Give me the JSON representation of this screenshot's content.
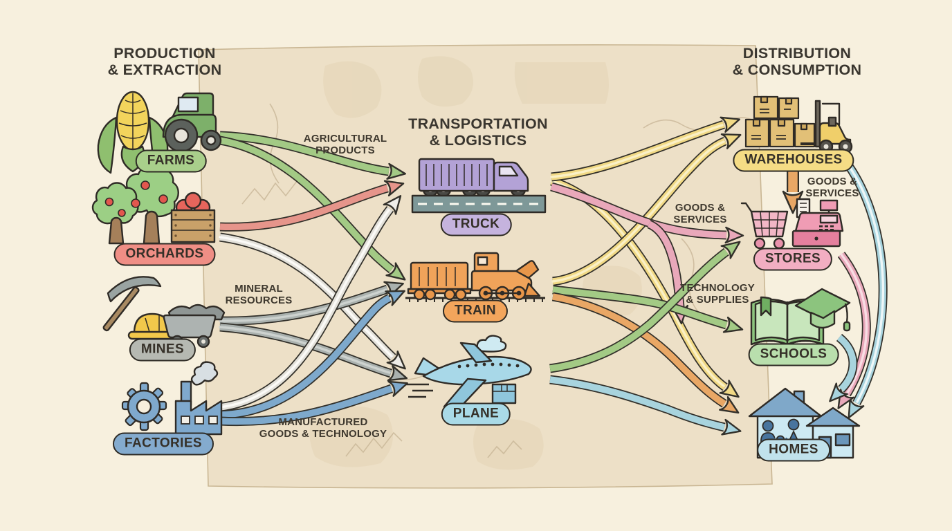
{
  "titles": {
    "left": {
      "line1": "PRODUCTION",
      "line2": "& EXTRACTION"
    },
    "center": {
      "line1": "TRANSPORTATION",
      "line2": "& LOGISTICS"
    },
    "right": {
      "line1": "DISTRIBUTION",
      "line2": "& CONSUMPTION"
    }
  },
  "nodes": {
    "farms": {
      "label": "FARMS",
      "color": "#a9cf8b"
    },
    "orchards": {
      "label": "ORCHARDS",
      "color": "#ef8e85"
    },
    "mines": {
      "label": "MINES",
      "color": "#b6b9b2"
    },
    "factories": {
      "label": "FACTORIES",
      "color": "#84abce"
    },
    "truck": {
      "label": "TRUCK",
      "color": "#c5b3de"
    },
    "train": {
      "label": "TRAIN",
      "color": "#f2a55c"
    },
    "plane": {
      "label": "PLANE",
      "color": "#a9dae7"
    },
    "warehouses": {
      "label": "WAREHOUSES",
      "color": "#f5dc85"
    },
    "stores": {
      "label": "STORES",
      "color": "#f2aec2"
    },
    "schools": {
      "label": "SCHOOLS",
      "color": "#b9dfad"
    },
    "homes": {
      "label": "HOMES",
      "color": "#c1e2ec"
    }
  },
  "flow_labels": {
    "agricultural": {
      "line1": "AGRICULTURAL",
      "line2": "PRODUCTS"
    },
    "mineral": {
      "line1": "MINERAL",
      "line2": "RESOURCES"
    },
    "manufactured": {
      "line1": "MANUFACTURED",
      "line2": "GOODS & TECHNOLOGY"
    },
    "goods_services_truck": {
      "line1": "GOODS &",
      "line2": "SERVICES"
    },
    "technology_supplies": {
      "line1": "TECHNOLOGY",
      "line2": "& SUPPLIES"
    },
    "goods_services_warehouse": {
      "line1": "GOODS &",
      "line2": "SERVICES"
    }
  },
  "connections": [
    {
      "from": "FARMS",
      "to": "TRUCK",
      "color": "green",
      "label": "AGRICULTURAL PRODUCTS"
    },
    {
      "from": "FARMS",
      "to": "TRAIN",
      "color": "green",
      "label": "AGRICULTURAL PRODUCTS"
    },
    {
      "from": "ORCHARDS",
      "to": "TRUCK",
      "color": "red"
    },
    {
      "from": "ORCHARDS",
      "to": "PLANE",
      "color": "silver"
    },
    {
      "from": "MINES",
      "to": "TRAIN",
      "color": "gray",
      "label": "MINERAL RESOURCES"
    },
    {
      "from": "MINES",
      "to": "PLANE",
      "color": "gray",
      "label": "MINERAL RESOURCES"
    },
    {
      "from": "FACTORIES",
      "to": "TRUCK",
      "color": "silver",
      "label": "MANUFACTURED GOODS & TECHNOLOGY"
    },
    {
      "from": "FACTORIES",
      "to": "TRAIN",
      "color": "blue",
      "label": "MANUFACTURED GOODS & TECHNOLOGY"
    },
    {
      "from": "FACTORIES",
      "to": "PLANE",
      "color": "blue",
      "label": "MANUFACTURED GOODS & TECHNOLOGY"
    },
    {
      "from": "TRUCK",
      "to": "WAREHOUSES",
      "color": "yellow"
    },
    {
      "from": "TRUCK",
      "to": "STORES",
      "color": "pink",
      "label": "GOODS & SERVICES"
    },
    {
      "from": "TRUCK",
      "to": "HOMES",
      "color": "yellow"
    },
    {
      "from": "TRUCK",
      "to": "SCHOOLS",
      "color": "pink"
    },
    {
      "from": "TRAIN",
      "to": "WAREHOUSES",
      "color": "yellow"
    },
    {
      "from": "TRAIN",
      "to": "SCHOOLS",
      "color": "green",
      "label": "TECHNOLOGY & SUPPLIES"
    },
    {
      "from": "TRAIN",
      "to": "HOMES",
      "color": "orange"
    },
    {
      "from": "PLANE",
      "to": "STORES",
      "color": "green"
    },
    {
      "from": "PLANE",
      "to": "HOMES",
      "color": "lightblue"
    },
    {
      "from": "WAREHOUSES",
      "to": "STORES",
      "color": "orange",
      "label": "GOODS & SERVICES"
    },
    {
      "from": "WAREHOUSES",
      "to": "HOMES",
      "color": "lightblue"
    },
    {
      "from": "STORES",
      "to": "HOMES",
      "color": "pink"
    },
    {
      "from": "SCHOOLS",
      "to": "HOMES",
      "color": "lightblue"
    }
  ],
  "colors": {
    "arrow_green": "#a3ca85",
    "arrow_red": "#e6958b",
    "arrow_silver": "#efede8",
    "arrow_gray": "#aab1ae",
    "arrow_blue": "#7ea9cc",
    "arrow_yellow": "#f1d985",
    "arrow_pink": "#e9a8ba",
    "arrow_orange": "#e9a765",
    "arrow_lightblue": "#a8d4de",
    "outline": "#32302a",
    "background": "#f7f0de",
    "map_sheet": "#ede0c7"
  }
}
